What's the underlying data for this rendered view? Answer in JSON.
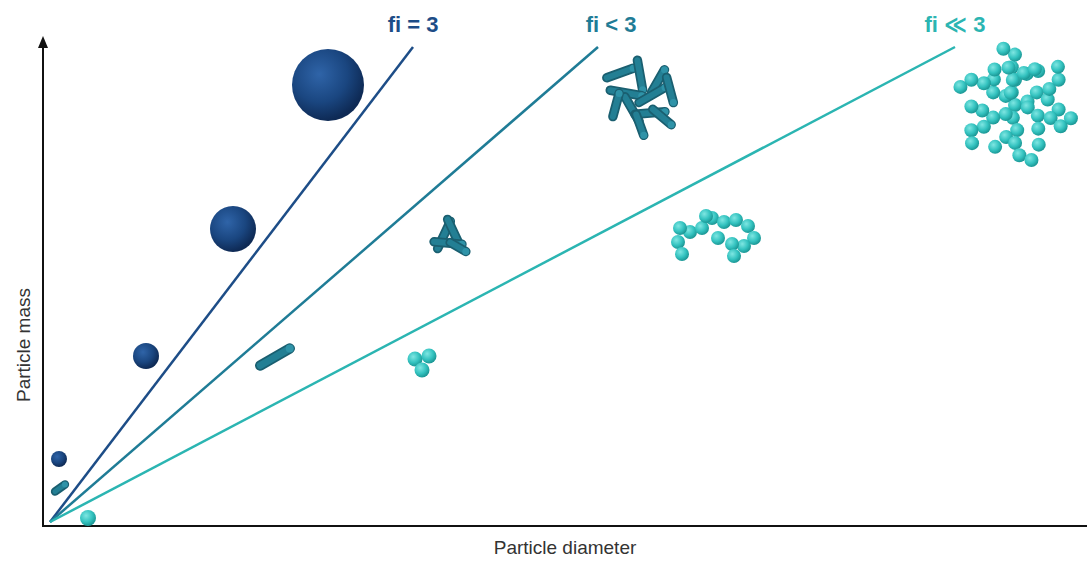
{
  "diagram": {
    "labels": [
      "fi = 3",
      "fi < 3",
      "fi ≪ 3",
      "Particle mass",
      "Particle diameter"
    ]
  }
}
